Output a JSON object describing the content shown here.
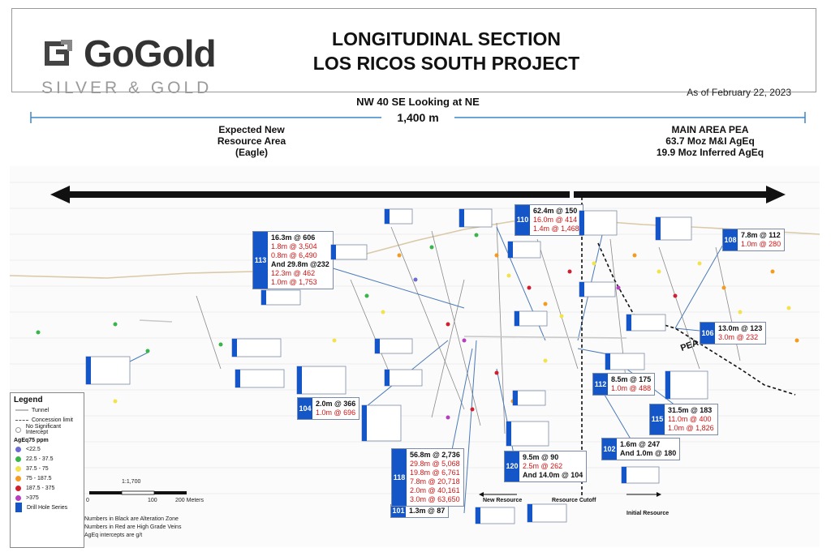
{
  "header": {
    "logo_name": "GoGold",
    "logo_sub": "SILVER & GOLD",
    "title_line1": "LONGITUDINAL SECTION",
    "title_line2": "LOS RICOS SOUTH PROJECT",
    "as_of": "As of February 22, 2023"
  },
  "orientation": {
    "label": "NW 40 SE Looking at NE",
    "distance": "1,400 m"
  },
  "areas": {
    "expected_l1": "Expected New",
    "expected_l2": "Resource Area",
    "expected_l3": "(Eagle)",
    "main_l1": "MAIN AREA PEA",
    "main_l2": "63.7 Moz M&I AgEq",
    "main_l3": "19.9 Moz Inferred AgEq"
  },
  "section": {
    "pea_pit": "PEA PIT",
    "resource_cutoff": "Resource Cutoff",
    "new_resource": "New Resource",
    "initial_resource": "Initial Resource"
  },
  "legend": {
    "title": "Legend",
    "tunnel": "Tunnel",
    "concession": "Concession limit",
    "no_sig": "No Significant Intercept",
    "grade_title": "AgEq75 ppm",
    "grades": [
      {
        "label": "<22.5",
        "color": "#6b6bd6"
      },
      {
        "label": "22.5 - 37.5",
        "color": "#39b54a"
      },
      {
        "label": "37.5 - 75",
        "color": "#f2e34c"
      },
      {
        "label": "75 - 187.5",
        "color": "#f39c1f"
      },
      {
        "label": "187.5 - 375",
        "color": "#d01f2f"
      },
      {
        "label": ">375",
        "color": "#b63fbf"
      }
    ],
    "drill_series": "Drill Hole Series"
  },
  "scale": {
    "ratio": "1:1,700",
    "t0": "0",
    "t1": "100",
    "t2": "200 Meters"
  },
  "notes": {
    "n1": "Numbers in Black are Alteration Zone",
    "n2": "Numbers in Red are High Grade Veins",
    "n3": "AgEq intercepts are g/t"
  },
  "callouts": {
    "c113": {
      "tag": "113",
      "l1": "16.3m @ 606",
      "l2": "1.8m @ 3,504",
      "l3": "0.8m @ 6,490",
      "l4": "And 29.8m @232",
      "l5": "12.3m @ 462",
      "l6": "1.0m @ 1,753"
    },
    "c110": {
      "tag": "110",
      "l1": "62.4m @ 150",
      "l2": "16.0m @ 414",
      "l3": "1.4m @ 1,468"
    },
    "c108": {
      "tag": "108",
      "l1": "7.8m @ 112",
      "l2": "1.0m @ 280"
    },
    "c106": {
      "tag": "106",
      "l1": "13.0m @ 123",
      "l2": "3.0m @ 232"
    },
    "c112": {
      "tag": "112",
      "l1": "8.5m @ 175",
      "l2": "1.0m @ 488"
    },
    "c115": {
      "tag": "115",
      "l1": "31.5m @ 183",
      "l2": "11.0m @ 400",
      "l3": "1.0m @ 1,826"
    },
    "c102": {
      "tag": "102",
      "l1": "1.6m @ 247",
      "l2": "And 1.0m @ 180"
    },
    "c104": {
      "tag": "104",
      "l1": "2.0m @ 366",
      "l2": "1.0m @ 696"
    },
    "c120": {
      "tag": "120",
      "l1": "9.5m @ 90",
      "l2": "2.5m @ 262",
      "l3": "And 14.0m @ 104"
    },
    "c101": {
      "tag": "101",
      "l1": "1.3m @ 87"
    },
    "c118": {
      "tag": "118",
      "l1": "56.8m @ 2,736",
      "l2": "29.8m @ 5,068",
      "l3": "19.8m @ 6,761",
      "l4": "7.8m @ 20,718",
      "l5": "2.0m @ 40,161",
      "l6": "3.0m @ 63,650"
    }
  }
}
